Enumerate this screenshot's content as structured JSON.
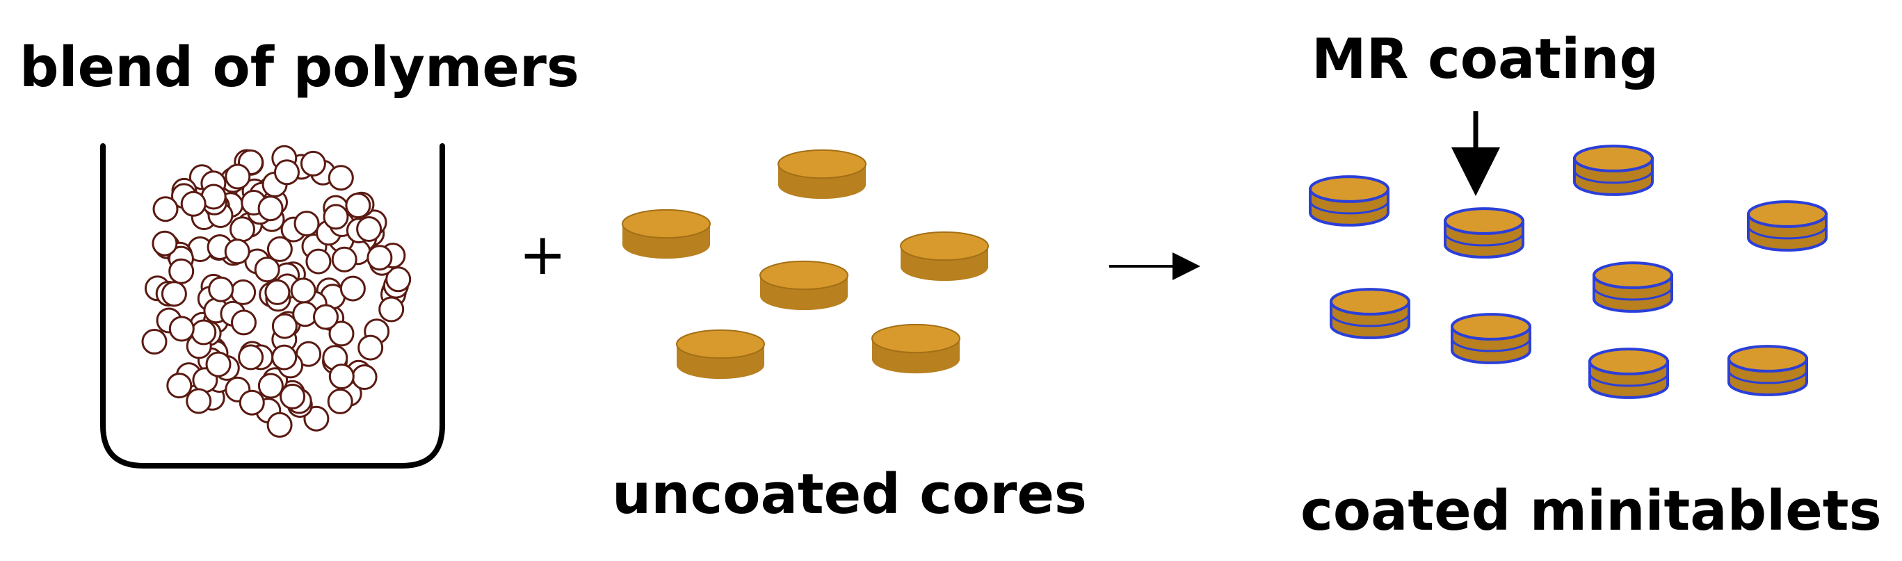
{
  "labels": {
    "blend": "blend of polymers",
    "plus": "+",
    "uncoated": "uncoated cores",
    "mr_coating": "MR coating",
    "coated": "coated minitablets"
  },
  "colors": {
    "tablet_body": "#B8801F",
    "tablet_top": "#D89A2D",
    "tablet_rim": "#A36F16",
    "coating": "#2B3FD8",
    "polymer_bead": "#5A1A12",
    "outline": "#000000"
  },
  "polymer_bead_count": 150
}
